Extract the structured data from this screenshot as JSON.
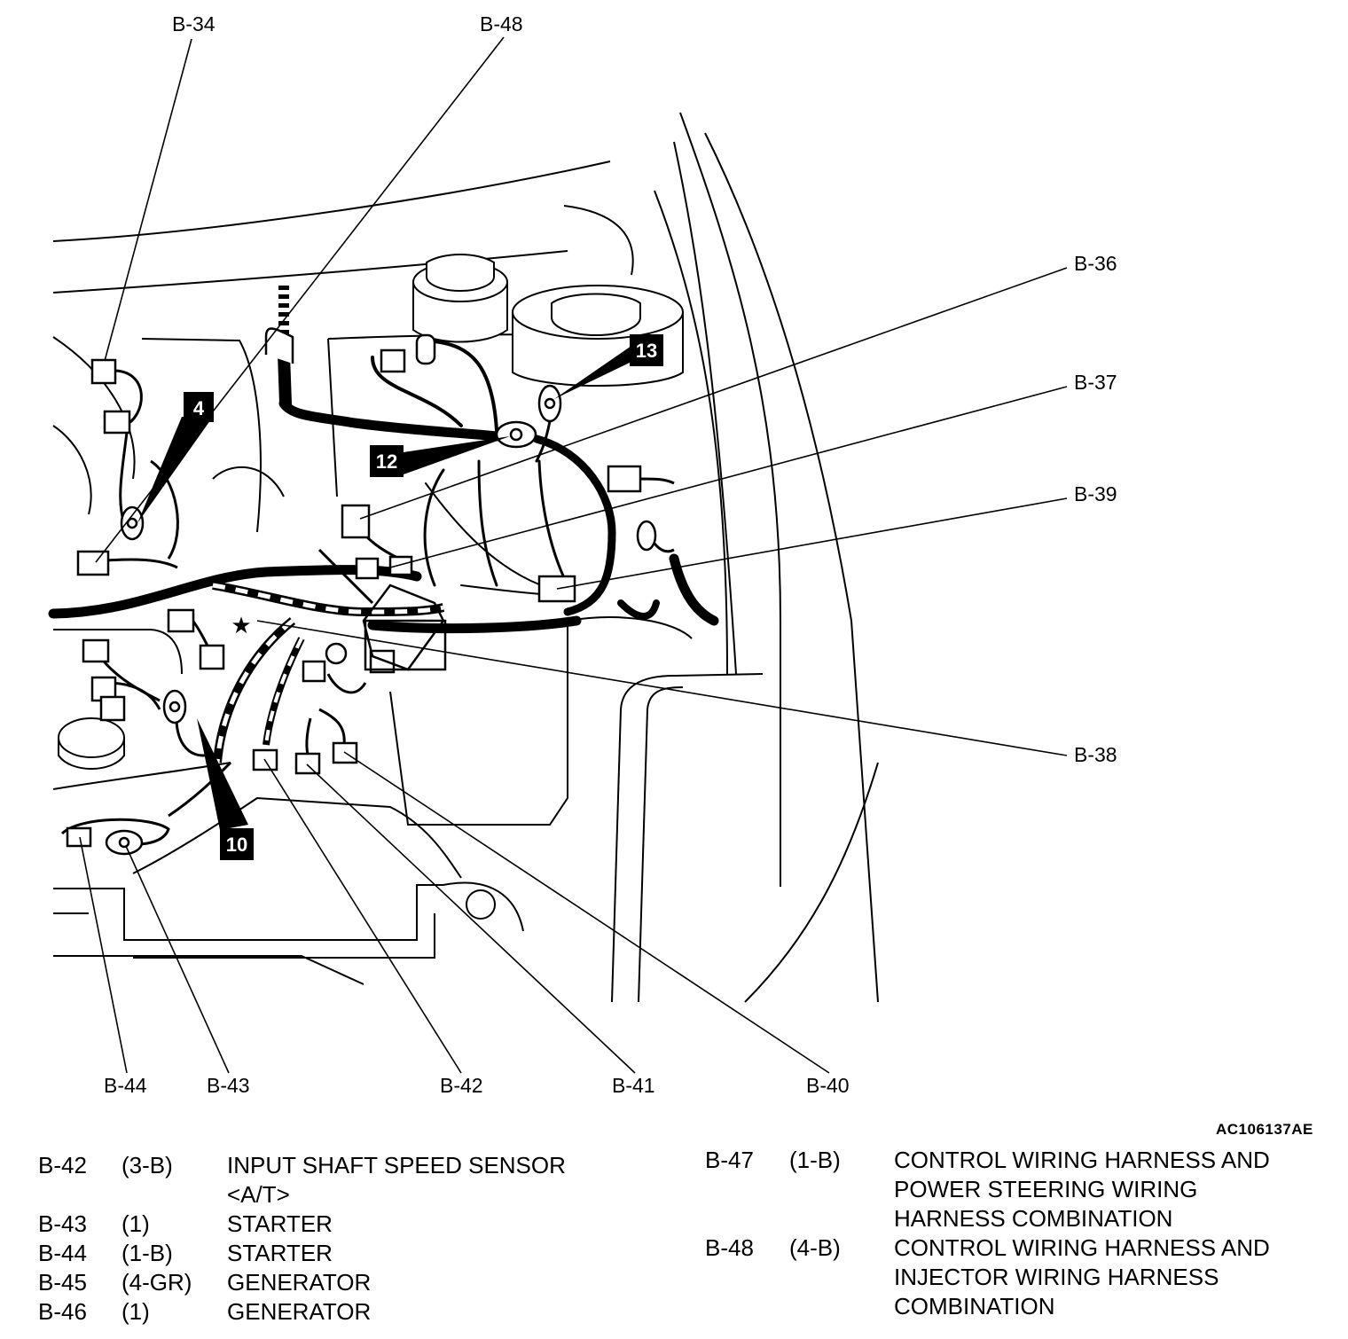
{
  "callouts": {
    "b34": "B-34",
    "b48": "B-48",
    "b36": "B-36",
    "b37": "B-37",
    "b39": "B-39",
    "b38": "B-38",
    "b44": "B-44",
    "b43": "B-43",
    "b42": "B-42",
    "b41": "B-41",
    "b40": "B-40"
  },
  "markers": {
    "m4": "4",
    "m10": "10",
    "m12": "12",
    "m13": "13"
  },
  "star": "★",
  "reference_code": "AC106137AE",
  "legend_left": [
    {
      "code": "B-42",
      "pins": "(3-B)",
      "desc": "INPUT SHAFT SPEED SENSOR",
      "desc2": "<A/T>"
    },
    {
      "code": "B-43",
      "pins": "(1)",
      "desc": "STARTER"
    },
    {
      "code": "B-44",
      "pins": "(1-B)",
      "desc": "STARTER"
    },
    {
      "code": "B-45",
      "pins": "(4-GR)",
      "desc": "GENERATOR"
    },
    {
      "code": "B-46",
      "pins": "(1)",
      "desc": "GENERATOR"
    }
  ],
  "legend_right": [
    {
      "code": "B-47",
      "pins": "(1-B)",
      "desc": "CONTROL WIRING HARNESS AND",
      "desc2": "POWER STEERING WIRING",
      "desc3": "HARNESS COMBINATION"
    },
    {
      "code": "B-48",
      "pins": "(4-B)",
      "desc": "CONTROL WIRING HARNESS AND",
      "desc2": "INJECTOR WIRING HARNESS",
      "desc3": "COMBINATION"
    }
  ]
}
